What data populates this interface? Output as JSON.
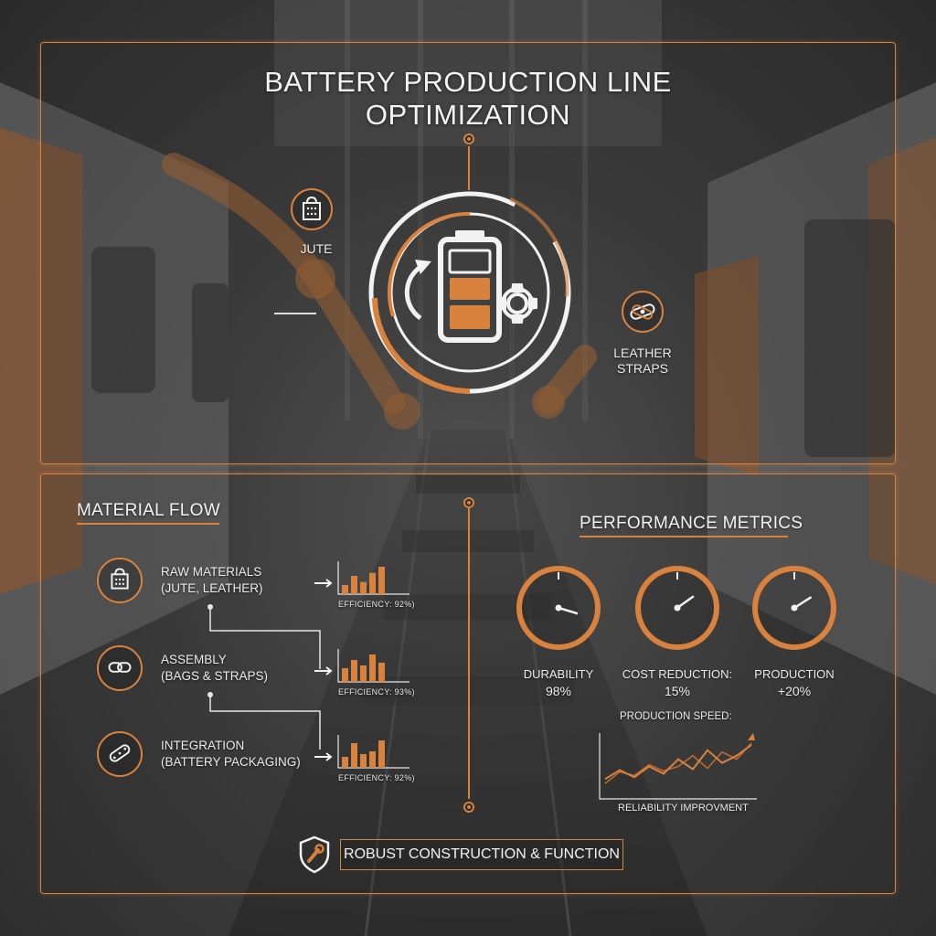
{
  "title": {
    "line1": "BATTERY PRODUCTION LINE",
    "line2": "OPTIMIZATION"
  },
  "side_badges": {
    "left": {
      "label": "JUTE",
      "icon": "jute-bag-icon"
    },
    "right": {
      "label_line1": "LEATHER",
      "label_line2": "STRAPS",
      "icon": "leather-strap-icon"
    }
  },
  "center_emblem": {
    "icon": "battery-cycle-gear-icon",
    "fill_levels": 2,
    "total_levels": 3
  },
  "material_flow": {
    "title": "MATERIAL FLOW",
    "steps": [
      {
        "line1": "RAW MATERIALS",
        "line2": "(JUTE, LEATHER)",
        "icon": "bag-icon",
        "efficiency": "EFFICIENCY: 92%)",
        "bars": [
          3,
          6,
          4,
          7,
          9
        ]
      },
      {
        "line1": "ASSEMBLY",
        "line2": "(BAGS & STRAPS)",
        "icon": "strap-icon",
        "efficiency": "EFFICIENCY: 93%)",
        "bars": [
          5,
          8,
          6,
          10,
          7
        ]
      },
      {
        "line1": "INTEGRATION",
        "line2": "(BATTERY PACKAGING)",
        "icon": "battery-strip-icon",
        "efficiency": "EFFICIENCY: 92%)",
        "bars": [
          4,
          9,
          5,
          6,
          10
        ]
      }
    ]
  },
  "performance": {
    "title": "PERFORMANCE METRICS",
    "gauges": [
      {
        "label": "DURABILITY",
        "value": "98%",
        "level": 0.98
      },
      {
        "label": "COST REDUCTION:",
        "value": "15%",
        "level": 0.15
      },
      {
        "label": "PRODUCTION",
        "value": "+20%",
        "level": 0.2
      }
    ],
    "speed_label": "PRODUCTION SPEED:",
    "reliability_label": "RELIABILITY IMPROVMENT",
    "speed_series": [
      2,
      3,
      2.2,
      3.4,
      2.6,
      4.2,
      3.1,
      5.2,
      3.8,
      4.6,
      5.8
    ],
    "reliability_series": [
      1.5,
      2.8,
      2.4,
      3.6,
      2.9,
      3.4,
      4.6,
      3.2,
      5,
      4.2,
      6
    ]
  },
  "footer": {
    "label": "ROBUST CONSTRUCTION & FUNCTION",
    "icon": "shield-wrench-icon"
  },
  "colors": {
    "accent": "#d9823d",
    "text": "#f2f2f2",
    "background": "#4a4a4a"
  }
}
